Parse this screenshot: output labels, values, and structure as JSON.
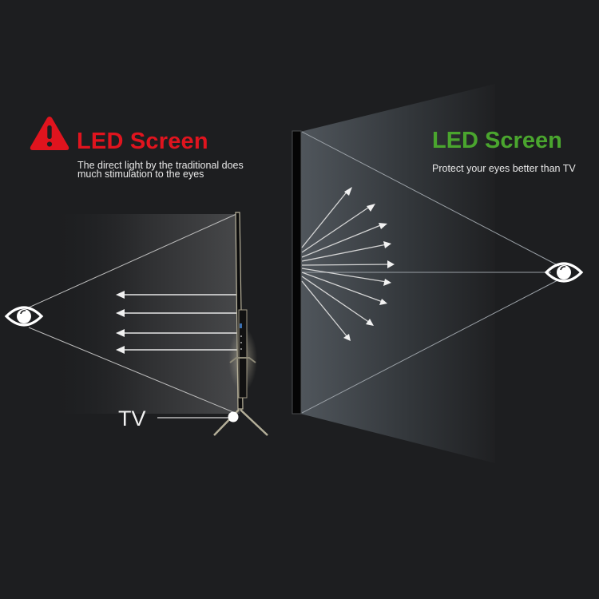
{
  "left_panel": {
    "title": "LED Screen",
    "title_color": "#e0141e",
    "icon": "warning-triangle-icon",
    "description_line1": "The direct light by the traditional does",
    "description_line2": "much stimulation to the eyes",
    "device_label": "TV",
    "eye_icon": "eye-icon",
    "arrow_count": 4,
    "arrow_direction": "left"
  },
  "right_panel": {
    "title": "LED Screen",
    "title_color": "#4aa52e",
    "description": "Protect your eyes better than TV",
    "eye_icon": "eye-icon",
    "arrow_count": 9,
    "arrow_direction": "radiating-right"
  },
  "colors": {
    "background": "#1d1e20",
    "line": "#d8d8d8",
    "light_cone": "#4a4e53"
  }
}
